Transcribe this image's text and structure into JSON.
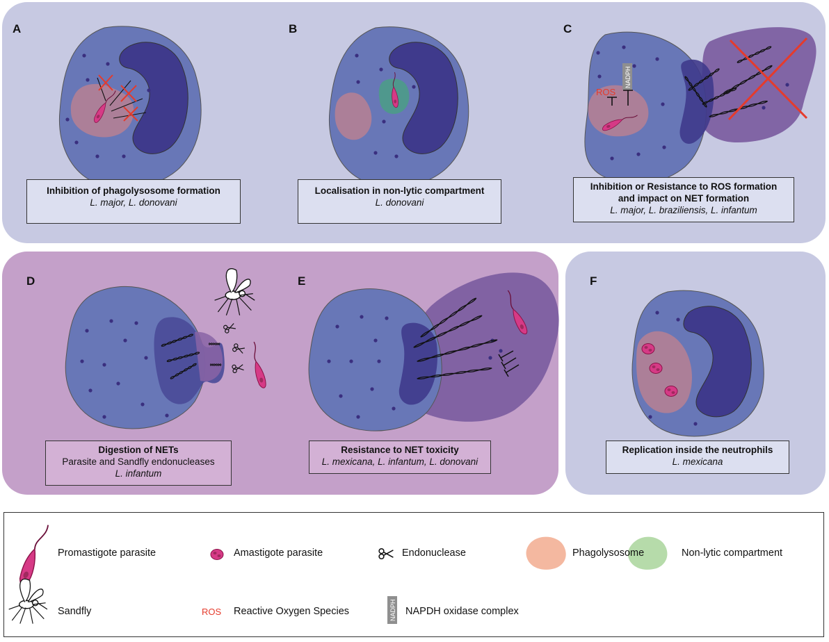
{
  "panels": {
    "A": {
      "letter": "A",
      "title": "Inhibition of phagolysosome formation",
      "species": "L. major, L. donovani"
    },
    "B": {
      "letter": "B",
      "title": "Localisation in non-lytic compartment",
      "species": "L. donovani"
    },
    "C": {
      "letter": "C",
      "title_line1": "Inhibition or Resistance to ROS formation",
      "title_line2": "and impact on NET formation",
      "species": "L. major, L. braziliensis, L. infantum",
      "ros_label": "ROS",
      "nadph_label": "NADPH"
    },
    "D": {
      "letter": "D",
      "title": "Digestion of NETs",
      "note": "Parasite and Sandfly endonucleases",
      "species": "L. infantum"
    },
    "E": {
      "letter": "E",
      "title": "Resistance to NET toxicity",
      "species": "L. mexicana, L. infantum, L. donovani"
    },
    "F": {
      "letter": "F",
      "title": "Replication inside the neutrophils",
      "species": "L. mexicana"
    }
  },
  "legend": {
    "promastigote": "Promastigote parasite",
    "amastigote": "Amastigote parasite",
    "endonuclease": "Endonuclease",
    "phagolysosome": "Phagolysosome",
    "nonlytic": "Non-lytic compartment",
    "sandfly": "Sandfly",
    "ros_symbol": "ROS",
    "ros": "Reactive Oxygen Species",
    "nadph_symbol": "NADPH",
    "nadph": "NAPDH oxidase complex"
  },
  "colors": {
    "panel_light": "#c7c9e2",
    "panel_pink": "#c4a0c9",
    "cell": "#6877b7",
    "nucleus": "#3f3a8c",
    "granule": "#3a2f7f",
    "phagolysosome": "#b47f95",
    "nonlytic": "#4e9a8a",
    "net_cloud": "#7b5c9f",
    "parasite": "#d63a86",
    "cross": "#e53b2c"
  }
}
